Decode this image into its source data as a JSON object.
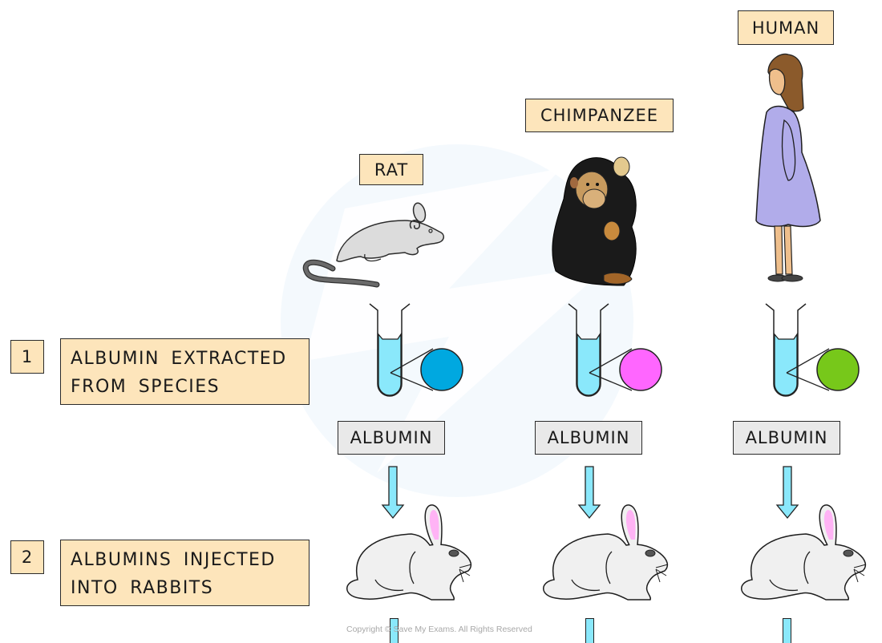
{
  "title": "Albumin immunological comparison between species",
  "species": [
    {
      "name": "RAT",
      "albumin_label": "ALBUMIN",
      "albumin_color": "#00a8e0"
    },
    {
      "name": "CHIMPANZEE",
      "albumin_label": "ALBUMIN",
      "albumin_color": "#ff66ff"
    },
    {
      "name": "HUMAN",
      "albumin_label": "ALBUMIN",
      "albumin_color": "#77c81a"
    }
  ],
  "steps": [
    {
      "number": "1",
      "text": "ALBUMIN EXTRACTED FROM SPECIES"
    },
    {
      "number": "2",
      "text": "ALBUMINS INJECTED INTO RABBITS"
    }
  ],
  "colors": {
    "label_fill": "#fde5bb",
    "albumin_label_fill": "#e9e9e9",
    "tube_liquid": "#8ae8fb",
    "arrow_fill": "#8ae8fb"
  },
  "copyright": "Copyright © Save My Exams. All Rights Reserved"
}
